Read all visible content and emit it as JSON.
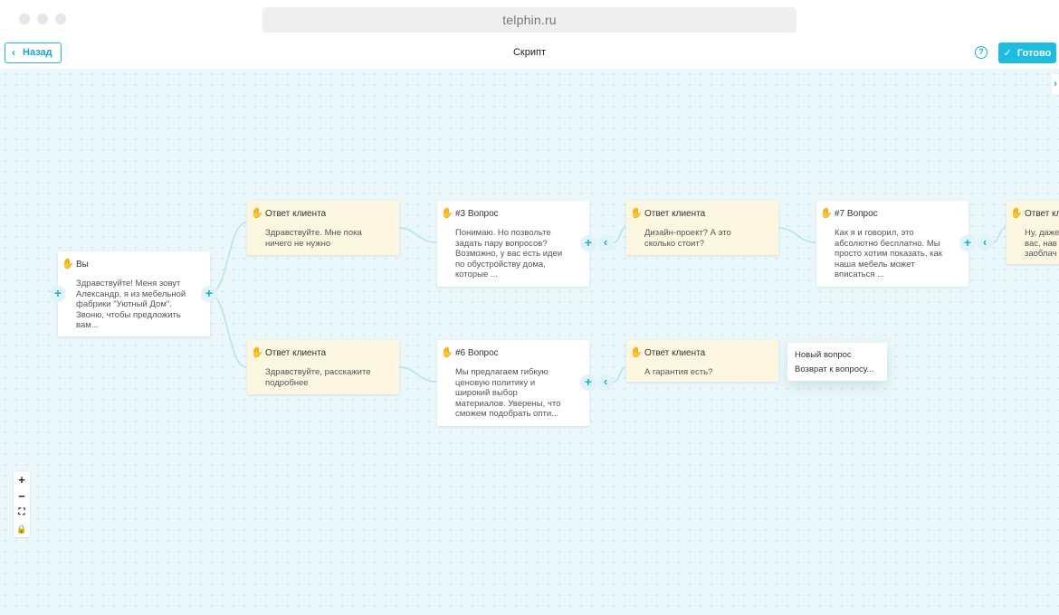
{
  "browser": {
    "url": "telphin.ru"
  },
  "header": {
    "back_label": "Назад",
    "title": "Скрипт",
    "done_label": "Готово",
    "accent": "#1cbde0"
  },
  "cards": [
    {
      "type": "you",
      "title": "Вы",
      "text": "Здравствуйте! Меня зовут\nАлександр, я из мебельной\nфабрики \"Уютный Дом\".\nЗвоню, чтобы предложить\nвам..."
    },
    {
      "type": "client",
      "title": "Ответ клиента",
      "text": "Здравствуйте. Мне пока\nничего не нужно"
    },
    {
      "type": "client",
      "title": "Ответ клиента",
      "text": "Здравствуйте, расскажите\nподробнее"
    },
    {
      "type": "question",
      "title": "#3 Вопрос",
      "text": "Понимаю. Но позвольте\nзадать пару вопросов?\nВозможно, у вас есть идеи\nпо обустройству дома,\nкоторые ..."
    },
    {
      "type": "question",
      "title": "#6 Вопрос",
      "text": "Мы предлагаем гибкую\nценовую политику и\nширокий выбор\nматериалов. Уверены, что\nсможем подобрать опти..."
    },
    {
      "type": "client",
      "title": "Ответ клиента",
      "text": "Дизайн-проект? А это\nсколько стоит?"
    },
    {
      "type": "client",
      "title": "Ответ клиента",
      "text": "А гарантия есть?"
    },
    {
      "type": "question",
      "title": "#7 Вопрос",
      "text": "Как я и говорил, это\nабсолютно бесплатно. Мы\nпросто хотим показать, как\nнаша мебель может\nвписаться ..."
    },
    {
      "type": "client",
      "title": "Ответ кл",
      "text": "Ну, даже\nвас, нав\nзаоблач"
    }
  ],
  "context_menu": {
    "items": [
      "Новый вопрос",
      "Возврат к вопросу..."
    ]
  },
  "zoom_controls": {
    "zoom_in": "+",
    "zoom_out": "−",
    "fit": "⛶",
    "lock": "🔒"
  },
  "icons": {
    "back": "chevron-left-icon",
    "help": "question-circle-icon",
    "done": "check-icon",
    "node": "hand-icon"
  }
}
